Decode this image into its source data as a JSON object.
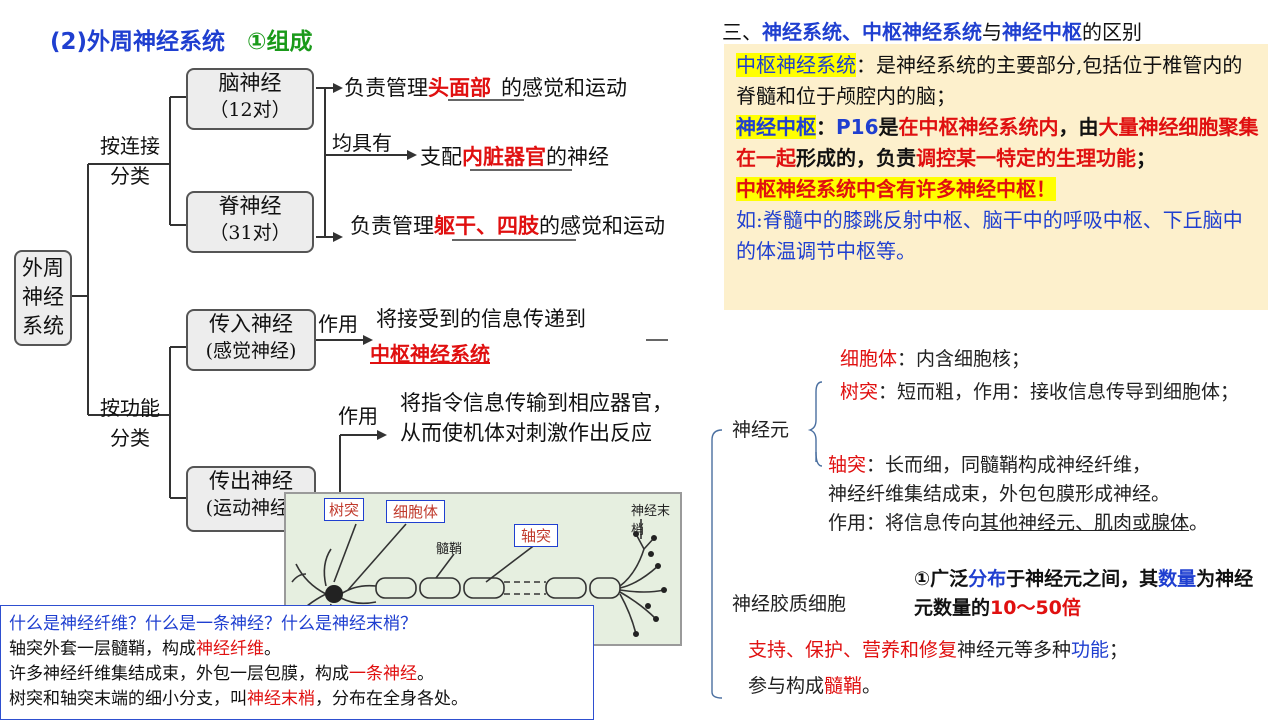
{
  "header": {
    "title_part1": "(2)外周神经系统",
    "title_part2": "①组成"
  },
  "tree": {
    "root": "外周神经系统",
    "branch_connect": "按连接分类",
    "branch_function": "按功能分类",
    "brain_nerve": {
      "name": "脑神经",
      "count": "（12对）",
      "desc_pre": "负责管理",
      "desc_key": "头面部",
      "desc_post": "的感觉和运动"
    },
    "shared": {
      "label": "均具有",
      "desc_pre": "支配",
      "desc_key": "内脏器官",
      "desc_post": "的神经"
    },
    "spinal_nerve": {
      "name": "脊神经",
      "count": "（31对）",
      "desc_pre": "负责管理",
      "desc_key": "躯干、四肢",
      "desc_post": "的感觉和运动"
    },
    "afferent": {
      "name": "传入神经",
      "alt": "(感觉神经)",
      "action": "作用",
      "desc": "将接受到的信息传递到",
      "key": "中枢神经系统"
    },
    "efferent": {
      "name": "传出神经",
      "alt": "(运动神经)",
      "action": "作用",
      "desc": "将指令信息传输到相应器官，从而使机体对刺激作出反应"
    }
  },
  "section3": {
    "title_prefix": "三、",
    "title_term1": "神经系统、中枢神经系统",
    "title_mid": "与",
    "title_term2": "神经中枢",
    "title_suffix": "的区别",
    "cns_label": "中枢神经系统",
    "cns_text": "：是神经系统的主要部分,包括位于椎管内的脊髓和位于颅腔内的脑；",
    "nc_label": "神经中枢",
    "nc_colon": "：",
    "nc_page": "P16",
    "nc_is": "是",
    "nc_r1": "在中枢神经系统内",
    "nc_t1": "，由",
    "nc_r2": "大量神经细胞聚集在一起",
    "nc_t2": "形成的，负责",
    "nc_r3": "调控某一特定的生理功能",
    "nc_t3": "；",
    "contains": "中枢神经系统中含有许多神经中枢！",
    "example": "如:脊髓中的膝跳反射中枢、脑干中的呼吸中枢、下丘脑中的体温调节中枢等。"
  },
  "neuron": {
    "label": "神经元",
    "cell_body_label": "细胞体",
    "cell_body_text": "：内含细胞核；",
    "dendrite_label": "树突",
    "dendrite_text": "：短而粗，作用：接收信息传导到细胞体；",
    "axon_label": "轴突",
    "axon_text1": "：长而细，同髓鞘构成神经纤维，",
    "axon_text2": "神经纤维集结成束，外包包膜形成神经。",
    "axon_text3_pre": "作用：将信息传向",
    "axon_text3_ul": "其他神经元、肌肉或腺体",
    "axon_text3_end": "。"
  },
  "glia": {
    "label": "神经胶质细胞",
    "point1_pre": "①广泛",
    "point1_b1": "分布",
    "point1_mid": "于神经元之间，其",
    "point1_b2": "数量",
    "point1_mid2": "为神经元数量的",
    "point1_red": "10～50倍",
    "point2_red": "支持、保护、营养和修复",
    "point2_text": "神经元等多种",
    "point2_blue": "功能",
    "point2_end": "；",
    "point3_pre": "参与构成",
    "point3_red": "髓鞘",
    "point3_end": "。"
  },
  "diagram": {
    "dendrite": "树突",
    "cell_body": "细胞体",
    "axon": "轴突",
    "myelin": "髓鞘",
    "terminal": "神经末梢"
  },
  "qa": {
    "question": "什么是神经纤维？什么是一条神经？什么是神经末梢？",
    "l1_pre": "轴突外套一层髓鞘，构成",
    "l1_red": "神经纤维",
    "l1_end": "。",
    "l2_pre": "许多神经纤维集结成束，外包一层包膜，构成",
    "l2_red": "一条神经",
    "l2_end": "。",
    "l3_pre": "树突和轴突末端的细小分支，叫",
    "l3_red": "神经末梢",
    "l3_end": "，分布在全身各处。"
  },
  "colors": {
    "red": "#e01010",
    "blue": "#1f3fd0",
    "highlight": "#ffff00",
    "note_bg": "#fdf0cc"
  }
}
